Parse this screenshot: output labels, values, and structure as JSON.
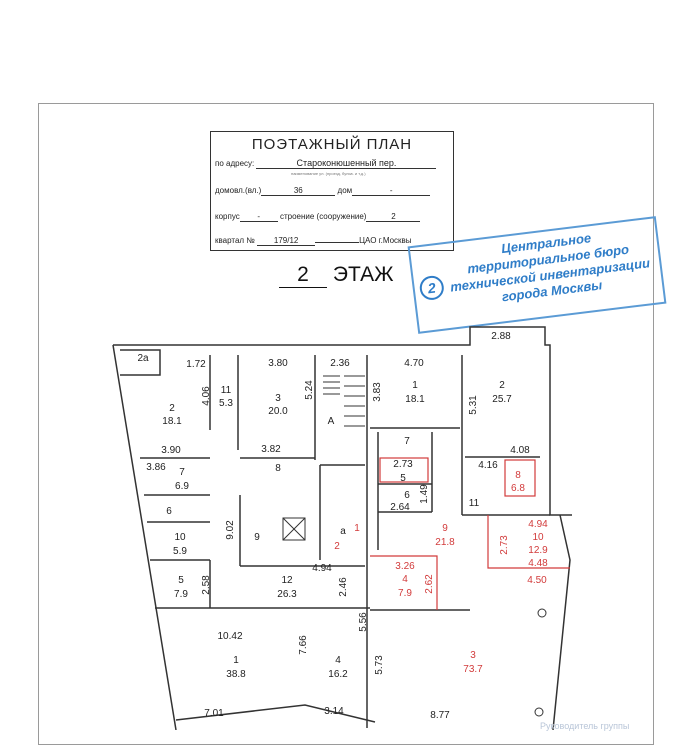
{
  "stamp": {
    "title": "ПОЭТАЖНЫЙ ПЛАН",
    "address_label": "по адресу:",
    "address_value": "Староконюшенный пер.",
    "address_hint": "наименование ул. (проезд, бульв. и т.д.)",
    "domovl_label": "домовл.(вл.)",
    "domovl_value": "36",
    "dom_label": "дом",
    "dom_value": "-",
    "korpus_label": "корпус",
    "korpus_value": "-",
    "stroenie_label": "строение (сооружение)",
    "stroenie_value": "2",
    "kvartal_label": "квартал №",
    "kvartal_value": "179/12",
    "city": "ЦАО г.Москвы"
  },
  "floor": {
    "number": "2",
    "label": "ЭТАЖ"
  },
  "bti_stamp": {
    "number": "2",
    "lines": [
      "Центральное",
      "территориальное бюро",
      "технической инвентаризации",
      "города Москвы"
    ]
  },
  "signature": "Руководитель группы",
  "rooms_black": [
    "2а",
    "1.72",
    "2",
    "18.1",
    "4.06",
    "11",
    "5.3",
    "3.80",
    "3",
    "20.0",
    "5.24",
    "2.36",
    "А",
    "4.70",
    "3.83",
    "1",
    "18.1",
    "5.31",
    "2",
    "25.7",
    "2.88",
    "3.90",
    "3.82",
    "3.86",
    "7",
    "6.9",
    "8",
    "7",
    "2.73",
    "5",
    "6",
    "2.64",
    "1.49",
    "4.08",
    "4.16",
    "11",
    "6",
    "10",
    "5.9",
    "9.02",
    "9",
    "а",
    "4.94",
    "5",
    "7.9",
    "2.58",
    "12",
    "26.3",
    "2.46",
    "10.42",
    "7.66",
    "5.56",
    "1",
    "38.8",
    "4",
    "16.2",
    "5.73",
    "7.01",
    "3.14",
    "8.77"
  ],
  "rooms_red": [
    "1",
    "2",
    "9",
    "21.8",
    "2.73",
    "4.94",
    "10",
    "12.9",
    "4.48",
    "4.50",
    "3.26",
    "4",
    "7.9",
    "2.62",
    "3",
    "73.7",
    "8",
    "6.8"
  ]
}
